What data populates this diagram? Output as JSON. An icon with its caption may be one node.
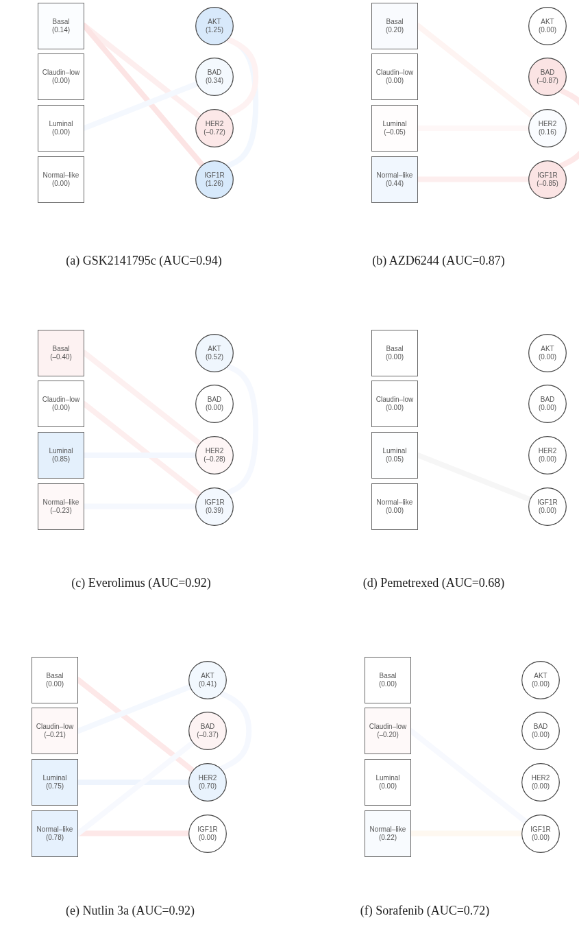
{
  "diagram": {
    "nodes": [
      {
        "text": [
          "Basal",
          "(0.14)"
        ]
      },
      {
        "text": [
          "Claudin–low",
          "(0.00)"
        ]
      },
      {
        "text": [
          "Luminal",
          "(0.00)"
        ]
      },
      {
        "text": [
          "Normal–like",
          "(0.00)"
        ]
      },
      {
        "text": [
          "AKT",
          "(1.25)"
        ]
      },
      {
        "text": [
          "BAD",
          "(0.34)"
        ]
      },
      {
        "text": [
          "HER2",
          "(–0.72)"
        ]
      },
      {
        "text": [
          "IGF1R",
          "(1.26)"
        ]
      },
      {
        "text": [
          "Basal",
          "(0.20)"
        ]
      },
      {
        "text": [
          "Claudin–low",
          "(0.00)"
        ]
      },
      {
        "text": [
          "Luminal",
          "(–0.05)"
        ]
      },
      {
        "text": [
          "Normal–like",
          "(0.44)"
        ]
      },
      {
        "text": [
          "AKT",
          "(0.00)"
        ]
      },
      {
        "text": [
          "BAD",
          "(–0.87)"
        ]
      },
      {
        "text": [
          "HER2",
          "(0.16)"
        ]
      },
      {
        "text": [
          "IGF1R",
          "(–0.85)"
        ]
      },
      {
        "text": [
          "Basal",
          "(–0.40)"
        ]
      },
      {
        "text": [
          "Claudin–low",
          "(0.00)"
        ]
      },
      {
        "text": [
          "Luminal",
          "(0.85)"
        ]
      },
      {
        "text": [
          "Normal–like",
          "(–0.23)"
        ]
      },
      {
        "text": [
          "AKT",
          "(0.52)"
        ]
      },
      {
        "text": [
          "BAD",
          "(0.00)"
        ]
      },
      {
        "text": [
          "HER2",
          "(–0.28)"
        ]
      },
      {
        "text": [
          "IGF1R",
          "(0.39)"
        ]
      },
      {
        "text": [
          "Basal",
          "(0.00)"
        ]
      },
      {
        "text": [
          "Claudin–low",
          "(0.00)"
        ]
      },
      {
        "text": [
          "Luminal",
          "(0.05)"
        ]
      },
      {
        "text": [
          "Normal–like",
          "(0.00)"
        ]
      },
      {
        "text": [
          "AKT",
          "(0.00)"
        ]
      },
      {
        "text": [
          "BAD",
          "(0.00)"
        ]
      },
      {
        "text": [
          "HER2",
          "(0.00)"
        ]
      },
      {
        "text": [
          "IGF1R",
          "(0.00)"
        ]
      },
      {
        "text": [
          "Basal",
          "(0.00)"
        ]
      },
      {
        "text": [
          "Claudin–low",
          "(–0.21)"
        ]
      },
      {
        "text": [
          "Luminal",
          "(0.75)"
        ]
      },
      {
        "text": [
          "Normal–like",
          "(0.78)"
        ]
      },
      {
        "text": [
          "AKT",
          "(0.41)"
        ]
      },
      {
        "text": [
          "BAD",
          "(–0.37)"
        ]
      },
      {
        "text": [
          "HER2",
          "(0.70)"
        ]
      },
      {
        "text": [
          "IGF1R",
          "(0.00)"
        ]
      },
      {
        "text": [
          "Basal",
          "(0.00)"
        ]
      },
      {
        "text": [
          "Claudin–low",
          "(–0.20)"
        ]
      },
      {
        "text": [
          "Luminal",
          "(0.00)"
        ]
      },
      {
        "text": [
          "Normal–like",
          "(0.22)"
        ]
      },
      {
        "text": [
          "AKT",
          "(0.00)"
        ]
      },
      {
        "text": [
          "BAD",
          "(0.00)"
        ]
      },
      {
        "text": [
          "HER2",
          "(0.00)"
        ]
      },
      {
        "text": [
          "IGF1R",
          "(0.00)"
        ]
      }
    ],
    "edges": [
      {
        "from": 0,
        "to": 6,
        "arrow": "none",
        "color": "#fdeeee"
      },
      {
        "from": 0,
        "to": 7,
        "arrow": "none",
        "color": "#fce4e4"
      },
      {
        "from": 2,
        "to": 5,
        "arrow": "none",
        "color": "#f4f8fe"
      },
      {
        "from": 4,
        "to": 7,
        "arrow": "none",
        "color": "#f2f7fe"
      },
      {
        "from": 4,
        "to": 6,
        "arrow": "none",
        "color": "#fef2f2"
      },
      {
        "from": 8,
        "to": 14,
        "arrow": "none",
        "color": "#fef4f2"
      },
      {
        "from": 10,
        "to": 14,
        "arrow": "none",
        "color": "#fef7f7"
      },
      {
        "from": 11,
        "to": 15,
        "arrow": "none",
        "color": "#fdeeee"
      },
      {
        "from": 13,
        "to": 15,
        "arrow": "none",
        "color": "#fde8e8"
      },
      {
        "from": 16,
        "to": 22,
        "arrow": "none",
        "color": "#fdf0f0"
      },
      {
        "from": 17,
        "to": 23,
        "arrow": "none",
        "color": "#fdeeee"
      },
      {
        "from": 18,
        "to": 22,
        "arrow": "none",
        "color": "#f3f7fe"
      },
      {
        "from": 19,
        "to": 23,
        "arrow": "none",
        "color": "#f5f8fe"
      },
      {
        "from": 20,
        "to": 23,
        "arrow": "none",
        "color": "#f5f8fe"
      },
      {
        "from": 26,
        "to": 31,
        "arrow": "none",
        "color": "#f6f6f6"
      },
      {
        "from": 32,
        "to": 38,
        "arrow": "none",
        "color": "#fde8e8"
      },
      {
        "from": 33,
        "to": 36,
        "arrow": "none",
        "color": "#f4f8fe"
      },
      {
        "from": 34,
        "to": 38,
        "arrow": "none",
        "color": "#eef4fd"
      },
      {
        "from": 35,
        "to": 39,
        "arrow": "none",
        "color": "#fde8e8"
      },
      {
        "from": 35,
        "to": 37,
        "arrow": "none",
        "color": "#f7f9fe"
      },
      {
        "from": 36,
        "to": 38,
        "arrow": "none",
        "color": "#f5f8fe"
      },
      {
        "from": 41,
        "to": 47,
        "arrow": "none",
        "color": "#f7f9fe"
      },
      {
        "from": 43,
        "to": 47,
        "arrow": "none",
        "color": "#fef8f0"
      }
    ],
    "labels": [
      "(a) GSK2141795c (AUC=0.94)",
      "(b) AZD6244 (AUC=0.87)",
      "(c) Everolimus (AUC=0.92)",
      "(d) Pemetrexed (AUC=0.68)",
      "(e) Nutlin 3a (AUC=0.92)",
      "(f) Sorafenib (AUC=0.72)"
    ]
  }
}
